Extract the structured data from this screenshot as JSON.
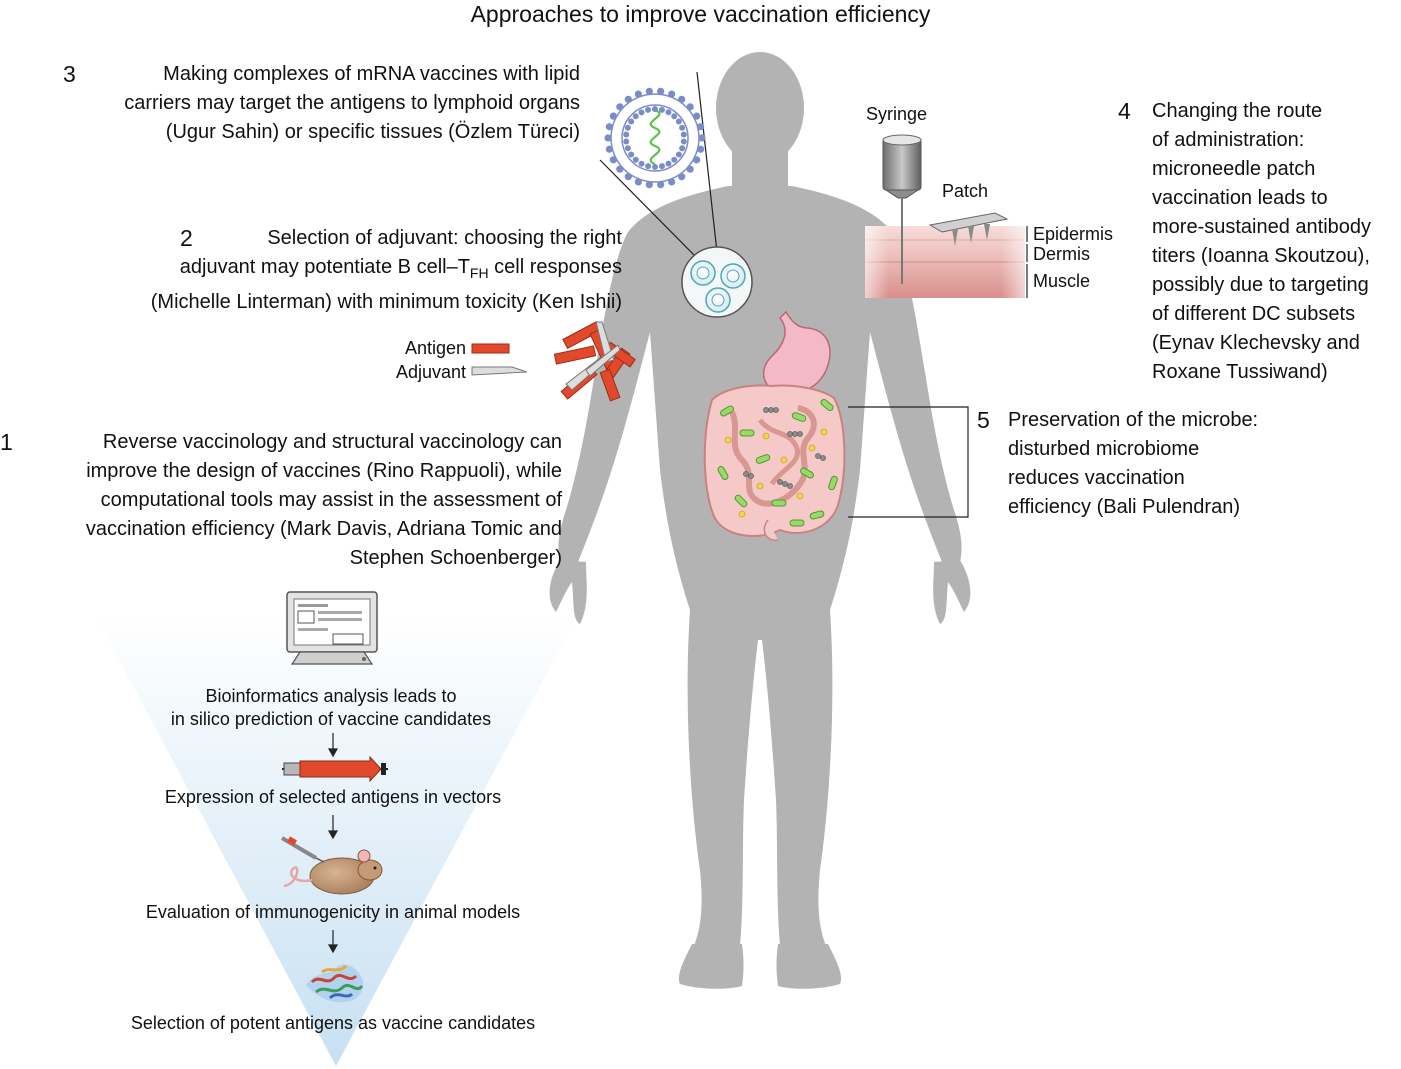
{
  "title": "Approaches to improve vaccination efficiency",
  "colors": {
    "body": "#b3b3b3",
    "antigen": "#e2492c",
    "adjuvant": "#d9d9d9",
    "cone_top": "#ffffff",
    "cone_bottom": "#c7e0f2",
    "skin_light": "#f3d2cf",
    "skin_dark": "#dc9a96",
    "lipid": "#7b8dc9",
    "mrna": "#5cc44a",
    "microbe": "#7ccd5a"
  },
  "approaches": {
    "item3": {
      "number": "3",
      "lines": [
        "Making complexes of mRNA vaccines with lipid",
        "carriers may target the antigens to lymphoid organs",
        "(Ugur Sahin) or specific tissues (Özlem Türeci)"
      ]
    },
    "item2": {
      "number": "2",
      "line1": "Selection of adjuvant: choosing the right",
      "line2_before": "adjuvant may potentiate B cell–T",
      "line2_sub": "FH",
      "line2_after": " cell responses",
      "line3": "(Michelle Linterman) with minimum toxicity (Ken Ishii)"
    },
    "item1": {
      "number": "1",
      "lines": [
        "Reverse vaccinology and structural vaccinology can",
        "improve the design of vaccines (Rino Rappuoli), while",
        "computational tools may assist in the assessment of",
        "vaccination efficiency (Mark Davis, Adriana Tomic and",
        "Stephen Schoenberger)"
      ]
    },
    "item4": {
      "number": "4",
      "lines": [
        "Changing the route",
        "of administration:",
        "microneedle patch",
        "vaccination leads to",
        "more-sustained antibody",
        "titers (Ioanna Skoutzou),",
        "possibly due to targeting",
        "of different DC subsets",
        "(Eynav Klechevsky and",
        "Roxane Tussiwand)"
      ]
    },
    "item5": {
      "number": "5",
      "lines": [
        "Preservation of the microbe:",
        "disturbed microbiome",
        "reduces vaccination",
        "efficiency (Bali Pulendran)"
      ]
    }
  },
  "legend": {
    "antigen": "Antigen",
    "adjuvant": "Adjuvant"
  },
  "delivery": {
    "syringe": "Syringe",
    "patch": "Patch",
    "epidermis": "Epidermis",
    "dermis": "Dermis",
    "muscle": "Muscle"
  },
  "pipeline": {
    "step1": [
      "Bioinformatics analysis leads to",
      "in silico prediction of vaccine candidates"
    ],
    "step2": "Expression of selected antigens in vectors",
    "step3": "Evaluation of immunogenicity in animal models",
    "step4": "Selection of potent antigens as vaccine candidates"
  }
}
